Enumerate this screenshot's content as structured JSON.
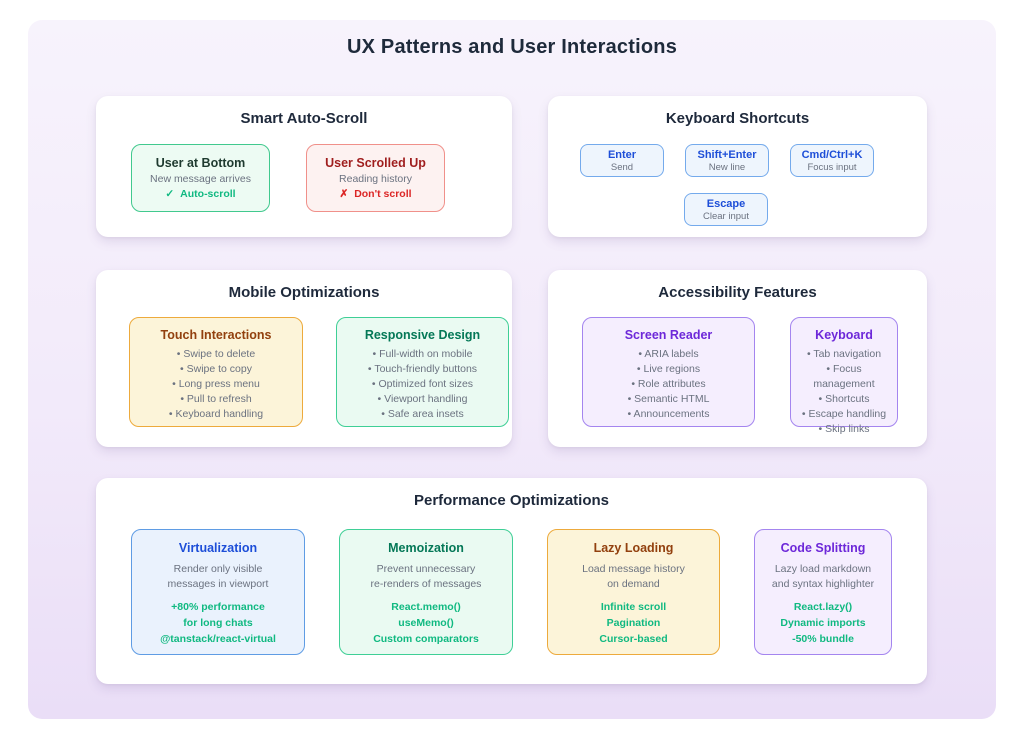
{
  "title": "UX Patterns and User Interactions",
  "autoscroll": {
    "heading": "Smart Auto-Scroll",
    "at_bottom": {
      "title": "User at Bottom",
      "subtitle": "New message arrives",
      "status_icon": "✓",
      "status_label": "Auto-scroll"
    },
    "scrolled_up": {
      "title": "User Scrolled Up",
      "subtitle": "Reading history",
      "status_icon": "✗",
      "status_label": "Don't scroll"
    }
  },
  "keyboard_shortcuts": {
    "heading": "Keyboard Shortcuts",
    "keys": [
      {
        "key": "Enter",
        "action": "Send"
      },
      {
        "key": "Shift+Enter",
        "action": "New line"
      },
      {
        "key": "Cmd/Ctrl+K",
        "action": "Focus input"
      },
      {
        "key": "Escape",
        "action": "Clear input"
      }
    ]
  },
  "mobile": {
    "heading": "Mobile Optimizations",
    "touch": {
      "title": "Touch Interactions",
      "items": [
        "• Swipe to delete",
        "• Swipe to copy",
        "• Long press menu",
        "• Pull to refresh",
        "• Keyboard handling"
      ]
    },
    "responsive": {
      "title": "Responsive Design",
      "items": [
        "• Full-width on mobile",
        "• Touch-friendly buttons",
        "• Optimized font sizes",
        "• Viewport handling",
        "• Safe area insets"
      ]
    }
  },
  "accessibility": {
    "heading": "Accessibility Features",
    "screen_reader": {
      "title": "Screen Reader",
      "items": [
        "• ARIA labels",
        "• Live regions",
        "• Role attributes",
        "• Semantic HTML",
        "• Announcements"
      ]
    },
    "keyboard": {
      "title": "Keyboard",
      "items": [
        "• Tab navigation",
        "• Focus management",
        "• Shortcuts",
        "• Escape handling",
        "• Skip links"
      ]
    }
  },
  "performance": {
    "heading": "Performance Optimizations",
    "cards": [
      {
        "title": "Virtualization",
        "desc1": "Render only visible",
        "desc2": "messages in viewport",
        "stats": [
          "+80% performance",
          "for long chats",
          "@tanstack/react-virtual"
        ]
      },
      {
        "title": "Memoization",
        "desc1": "Prevent unnecessary",
        "desc2": "re-renders of messages",
        "stats": [
          "React.memo()",
          "useMemo()",
          "Custom comparators"
        ]
      },
      {
        "title": "Lazy Loading",
        "desc1": "Load message history",
        "desc2": "on demand",
        "stats": [
          "Infinite scroll",
          "Pagination",
          "Cursor-based"
        ]
      },
      {
        "title": "Code Splitting",
        "desc1": "Lazy load markdown",
        "desc2": "and syntax highlighter",
        "stats": [
          "React.lazy()",
          "Dynamic imports",
          "-50% bundle"
        ]
      }
    ]
  },
  "colors": {
    "panel_top": "#f7f3fc",
    "panel_bottom": "#eadef7",
    "heading_text": "#1e293b",
    "muted_text": "#6b7280",
    "green_border": "#41c98e",
    "green_bg": "#edfbf3",
    "green_accent": "#10b981",
    "red_border": "#f0908a",
    "red_bg": "#fdf2f1",
    "red_accent": "#dc2626",
    "red_title": "#9f1d1d",
    "blue_border": "#5f9ce4",
    "blue_bg": "#eaf2fd",
    "blue_title": "#1d4ed8",
    "amber_border": "#edaa3c",
    "amber_bg": "#fcf4d9",
    "amber_title": "#92400e",
    "teal_title": "#047857",
    "purple_border": "#a485ef",
    "purple_bg": "#f5eefe",
    "purple_title": "#6d28d9"
  }
}
